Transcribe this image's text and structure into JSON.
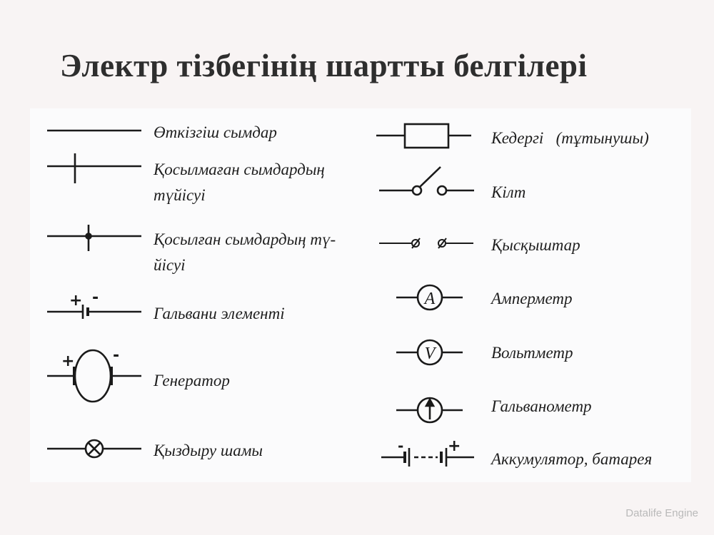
{
  "title": "Электр тізбегінің шартты белгілері",
  "left_items": [
    {
      "symbol": "wire",
      "label": "Өткізгіш сымдар"
    },
    {
      "symbol": "wire-crossing-unconnected",
      "label": "Қосылмаған сымдардың",
      "label2": "түйісуі"
    },
    {
      "symbol": "wire-junction-connected",
      "label": "Қосылған сымдардың тү-",
      "label2": "йісуі"
    },
    {
      "symbol": "galvanic-cell",
      "label": "Гальвани элементі",
      "plus": "+",
      "minus": "-"
    },
    {
      "symbol": "generator",
      "label": "Генератор",
      "plus": "+",
      "minus": "-"
    },
    {
      "symbol": "lamp",
      "label": "Қыздыру шамы"
    }
  ],
  "right_items": [
    {
      "symbol": "resistor",
      "label": "Кедергі   (тұтынушы)"
    },
    {
      "symbol": "switch",
      "label": "Кілт"
    },
    {
      "symbol": "terminals",
      "label": "Қысқыштар"
    },
    {
      "symbol": "ammeter",
      "label": "Амперметр",
      "letter": "A"
    },
    {
      "symbol": "voltmeter",
      "label": "Вольтметр",
      "letter": "V"
    },
    {
      "symbol": "galvanometer",
      "label": "Гальванометр"
    },
    {
      "symbol": "battery",
      "label": "Аккумулятор, батарея",
      "plus": "+",
      "minus": "-"
    }
  ],
  "watermark": "Datalife Engine"
}
